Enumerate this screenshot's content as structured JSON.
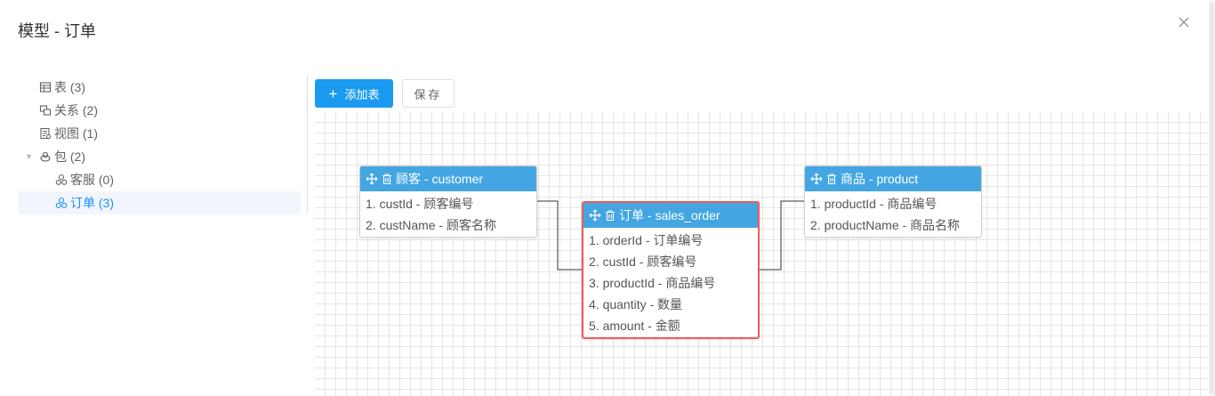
{
  "dialog": {
    "title": "模型 - 订单",
    "close_icon": "close-icon"
  },
  "tree": {
    "items": [
      {
        "label": "表 (3)",
        "icon": "table-icon"
      },
      {
        "label": "关系 (2)",
        "icon": "relation-icon"
      },
      {
        "label": "视图 (1)",
        "icon": "view-icon"
      },
      {
        "label": "包 (2)",
        "icon": "package-icon",
        "expanded": true
      },
      {
        "label": "客服 (0)",
        "icon": "subpackage-icon"
      },
      {
        "label": "订单 (3)",
        "icon": "subpackage-icon",
        "selected": true
      }
    ]
  },
  "toolbar": {
    "add_plus": "+",
    "add_label": "添加表",
    "save_label": "保存"
  },
  "entities": {
    "customer": {
      "title": "顾客 - customer",
      "fields": [
        "1. custId -  顾客编号",
        "2. custName -  顾客名称"
      ]
    },
    "sales_order": {
      "title": "订单 - sales_order",
      "fields": [
        "1. orderId -  订单编号",
        "2. custId -  顾客编号",
        "3. productId -  商品编号",
        "4. quantity -  数量",
        "5. amount -  金额"
      ]
    },
    "product": {
      "title": "商品 - product",
      "fields": [
        "1. productId -  商品编号",
        "2. productName -  商品名称"
      ]
    }
  },
  "colors": {
    "primary": "#1a9bf0",
    "table_header": "#43a6e3",
    "selected_border": "#f05b5b",
    "active_tree_text": "#1890ff"
  }
}
